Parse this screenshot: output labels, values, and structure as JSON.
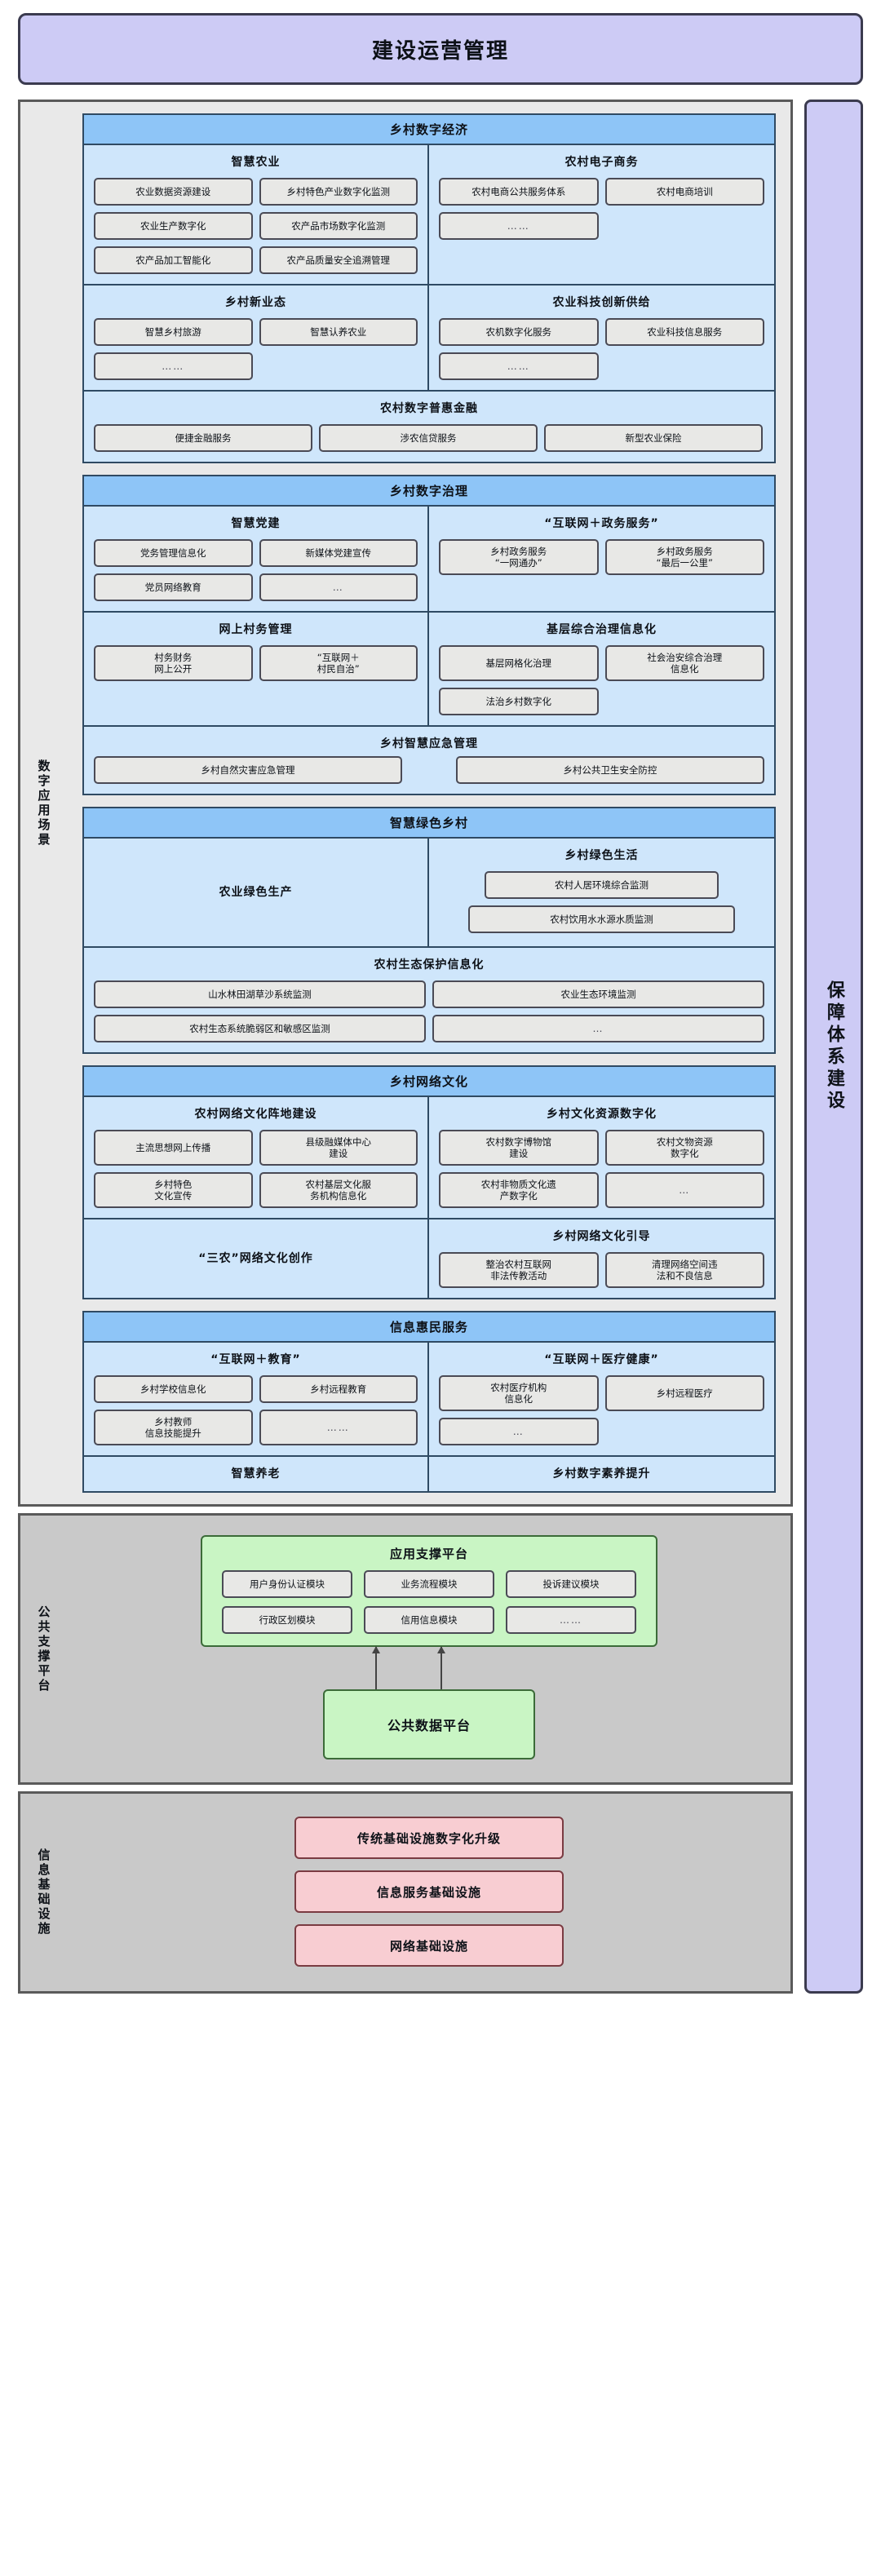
{
  "top_banner": {
    "title": "建设运营管理"
  },
  "right_column": {
    "title": "保障体系建设"
  },
  "tiers": [
    {
      "id": "scenes",
      "label": "数字应用场景"
    },
    {
      "id": "platform",
      "label": "公共支撑平台"
    },
    {
      "id": "infra",
      "label": "信息基础设施"
    }
  ],
  "modules": {
    "digital_economy": {
      "title": "乡村数字经济",
      "cells": [
        {
          "title": "智慧农业",
          "chips": [
            "农业数据资源建设",
            "乡村特色产业数字化监测",
            "农业生产数字化",
            "农产品市场数字化监测",
            "农产品加工智能化",
            "农产品质量安全追溯管理"
          ]
        },
        {
          "title": "农村电子商务",
          "chips": [
            "农村电商公共服务体系",
            "农村电商培训",
            "……"
          ]
        },
        {
          "title": "乡村新业态",
          "chips": [
            "智慧乡村旅游",
            "智慧认养农业",
            "……"
          ]
        },
        {
          "title": "农业科技创新供给",
          "chips": [
            "农机数字化服务",
            "农业科技信息服务",
            "……"
          ]
        }
      ],
      "band": {
        "title": "农村数字普惠金融",
        "chips": [
          "便捷金融服务",
          "涉农信贷服务",
          "新型农业保险"
        ]
      }
    },
    "digital_governance": {
      "title": "乡村数字治理",
      "cells": [
        {
          "title": "智慧党建",
          "chips": [
            "党务管理信息化",
            "新媒体党建宣传",
            "党员网络教育",
            "…"
          ]
        },
        {
          "title": "“互联网＋政务服务”",
          "chips": [
            "乡村政务服务\n“一网通办”",
            "乡村政务服务\n“最后一公里”"
          ]
        },
        {
          "title": "网上村务管理",
          "chips": [
            "村务财务\n网上公开",
            "“互联网＋\n村民自治”"
          ]
        },
        {
          "title": "基层综合治理信息化",
          "chips": [
            "基层网格化治理",
            "社会治安综合治理\n信息化",
            "法治乡村数字化"
          ]
        }
      ],
      "emergency": {
        "title": "乡村智慧应急管理",
        "chips": [
          "乡村自然灾害应急管理",
          "乡村公共卫生安全防控"
        ]
      }
    },
    "green_village": {
      "title": "智慧绿色乡村",
      "cells": [
        {
          "title": "农业绿色生产",
          "chips": []
        },
        {
          "title": "乡村绿色生活",
          "chips": [
            "农村人居环境综合监测",
            "农村饮用水水源水质监测"
          ]
        }
      ],
      "band": {
        "title": "农村生态保护信息化",
        "chips": [
          "山水林田湖草沙系统监测",
          "农业生态环境监测",
          "农村生态系统脆弱区和敏感区监测",
          "…"
        ]
      }
    },
    "network_culture": {
      "title": "乡村网络文化",
      "cells": [
        {
          "title": "农村网络文化阵地建设",
          "chips": [
            "主流思想网上传播",
            "县级融媒体中心\n建设",
            "乡村特色\n文化宣传",
            "农村基层文化服\n务机构信息化"
          ]
        },
        {
          "title": "乡村文化资源数字化",
          "chips": [
            "农村数字博物馆\n建设",
            "农村文物资源\n数字化",
            "农村非物质文化遗\n产数字化",
            "…"
          ]
        },
        {
          "title": "“三农”网络文化创作",
          "chips": []
        },
        {
          "title": "乡村网络文化引导",
          "chips": [
            "整治农村互联网\n非法传教活动",
            "清理网络空间违\n法和不良信息"
          ]
        }
      ]
    },
    "info_services": {
      "title": "信息惠民服务",
      "cells": [
        {
          "title": "“互联网＋教育”",
          "chips": [
            "乡村学校信息化",
            "乡村远程教育",
            "乡村教师\n信息技能提升",
            "……"
          ]
        },
        {
          "title": "“互联网＋医疗健康”",
          "chips": [
            "农村医疗机构\n信息化",
            "乡村远程医疗",
            "…"
          ]
        },
        {
          "title": "智慧养老",
          "chips": []
        },
        {
          "title": "乡村数字素养提升",
          "chips": []
        }
      ]
    }
  },
  "support_platform": {
    "app_platform": {
      "title": "应用支撑平台",
      "modules": [
        "用户身份认证模块",
        "业务流程模块",
        "投诉建议模块",
        "行政区划模块",
        "信用信息模块",
        "……"
      ]
    },
    "data_platform": {
      "title": "公共数据平台"
    }
  },
  "infrastructure": {
    "items": [
      "传统基础设施数字化升级",
      "信息服务基础设施",
      "网络基础设施"
    ]
  },
  "colors": {
    "banner_purple": "#cdcbf5",
    "module_header_blue": "#8ec5f7",
    "module_body_blue": "#cfe6fb",
    "chip_gray": "#e8e8e6",
    "platform_green": "#c9f5c4",
    "infra_pink": "#f8cdd2",
    "tier_scenes_gray": "#e9e9e9",
    "tier_lower_gray": "#c9c9c9"
  }
}
